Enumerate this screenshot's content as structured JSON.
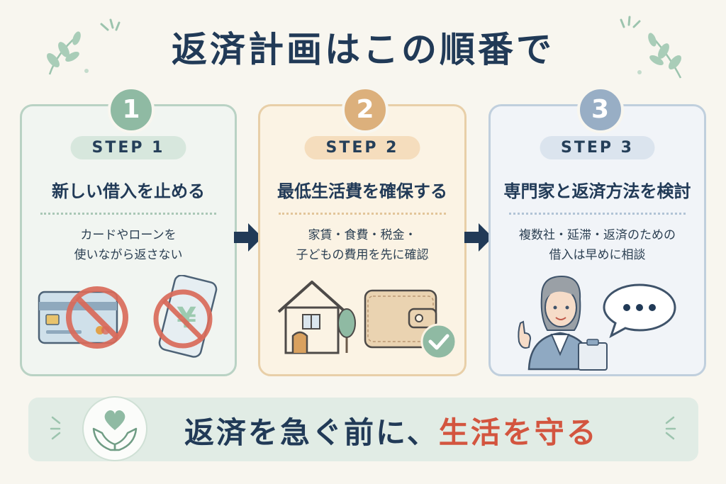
{
  "title": "返済計画はこの順番で",
  "steps": [
    {
      "number": "1",
      "step_label": "STEP 1",
      "heading": "新しい借入を止める",
      "desc_lines": [
        "カードやローンを",
        "使いながら返さない"
      ],
      "accent": "#8fbaa3",
      "icons": [
        "credit-card-prohibited-icon",
        "smartphone-yen-prohibited-icon"
      ]
    },
    {
      "number": "2",
      "step_label": "STEP 2",
      "heading": "最低生活費を確保する",
      "desc_lines": [
        "家賃・食費・税金・",
        "子どもの費用を先に確認"
      ],
      "accent": "#dcb07c",
      "icons": [
        "house-icon",
        "wallet-check-icon"
      ]
    },
    {
      "number": "3",
      "step_label": "STEP 3",
      "heading": "専門家と返済方法を検討",
      "desc_lines": [
        "複数社・延滞・返済のための",
        "借入は早めに相談"
      ],
      "accent": "#98aec5",
      "icons": [
        "advisor-person-icon",
        "speech-bubble-icon"
      ]
    }
  ],
  "banner": {
    "text_main": "返済を急ぐ前に、",
    "text_emphasis": "生活を守る",
    "icon": "heart-in-hands-icon",
    "emphasis_color": "#d3553f"
  },
  "colors": {
    "background": "#f8f6ef",
    "navy": "#213a57",
    "prohibit_red": "#d96a5a",
    "banner_bg": "#e1ece5"
  }
}
